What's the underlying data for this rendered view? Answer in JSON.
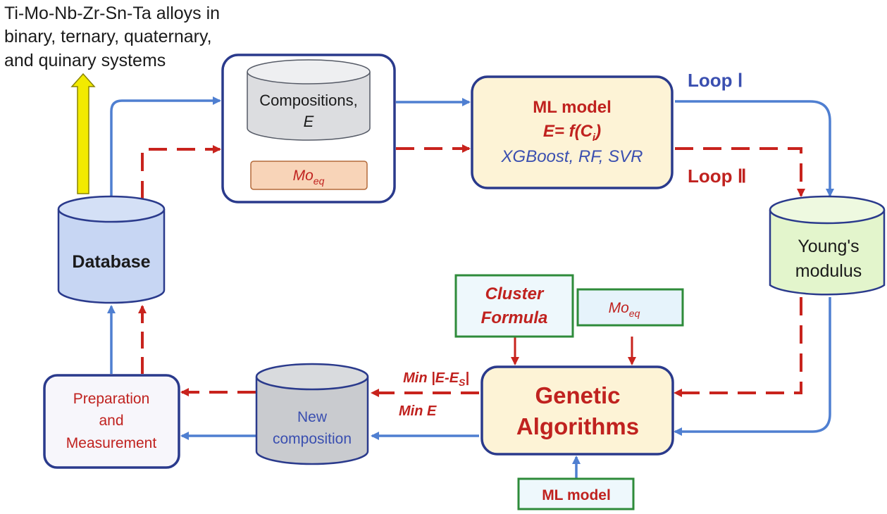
{
  "source_note": {
    "line1": "Ti-Mo-Nb-Zr-Sn-Ta alloys in",
    "line2": "binary, ternary, quaternary,",
    "line3": "and quinary systems"
  },
  "database": {
    "label": "Database"
  },
  "input_box": {
    "compositions_line1": "Compositions,",
    "compositions_line2": "E",
    "moeq_main": "Mo",
    "moeq_sub": "eq"
  },
  "ml_model": {
    "title": "ML model",
    "eq_prefix": "E= f(C",
    "eq_sub": "i",
    "eq_suffix": ")",
    "algorithms": "XGBoost, RF, SVR"
  },
  "loops": {
    "loop1": "Loop Ⅰ",
    "loop2": "Loop Ⅱ"
  },
  "youngs_modulus": {
    "line1": "Young's",
    "line2": "modulus"
  },
  "cluster_formula": {
    "line1": "Cluster",
    "line2": "Formula"
  },
  "moeq_box": {
    "main": "Mo",
    "sub": "eq"
  },
  "genetic_algorithms": {
    "line1": "Genetic",
    "line2": "Algorithms"
  },
  "ml_model_small": {
    "label": "ML model"
  },
  "objective": {
    "min_abs_prefix": "Min |E-E",
    "min_abs_sub": "S",
    "min_abs_suffix": "|",
    "min_e": "Min E"
  },
  "new_composition": {
    "line1": "New",
    "line2": "composition"
  },
  "preparation": {
    "line1": "Preparation",
    "line2": "and",
    "line3": "Measurement"
  },
  "colors": {
    "loop1_blue": "#4f7fd1",
    "loop2_red": "#c8231d",
    "box_border": "#2a3a8c",
    "cream_fill": "#fdf3d6",
    "green_border": "#2e8b3a",
    "database_fill": "#c7d6f3",
    "youngs_fill": "#e3f5cc",
    "grey_fill": "#c9cbcf",
    "moeq_fill": "#f8d4b8",
    "moeq_box_fill": "#e6f3fb",
    "arrow_yellow": "#f2ea00"
  }
}
